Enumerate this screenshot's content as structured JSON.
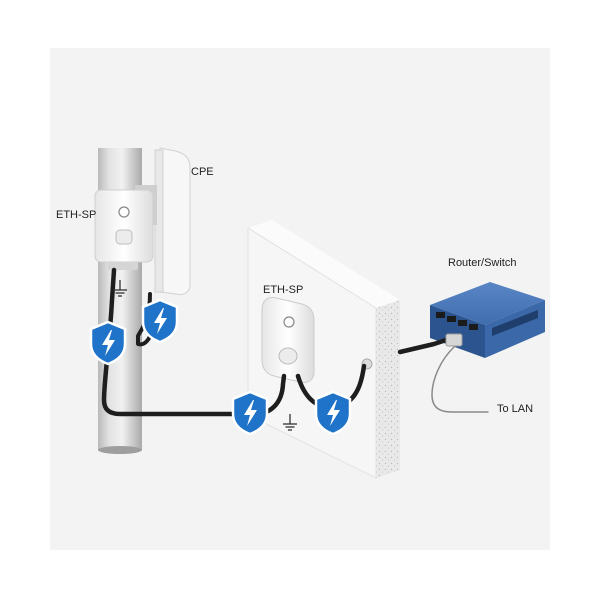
{
  "labels": {
    "cpe": "CPE",
    "eth_sp_pole": "ETH-SP",
    "eth_sp_wall": "ETH-SP",
    "router_switch": "Router/Switch",
    "to_lan": "To LAN"
  },
  "colors": {
    "background_panel": "#f3f3f3",
    "shield": "#1f73c8",
    "cable": "#1e1e1e",
    "lan_cable": "#8a8a8a",
    "router_body": "#2f5d9e",
    "pole": "#d2d2d2",
    "wall": "#f6f6f6"
  },
  "icons": {
    "surge_shield": "shield-lightning-icon",
    "ground": "ground-icon",
    "device_logo": "ubiquiti-u-icon"
  }
}
